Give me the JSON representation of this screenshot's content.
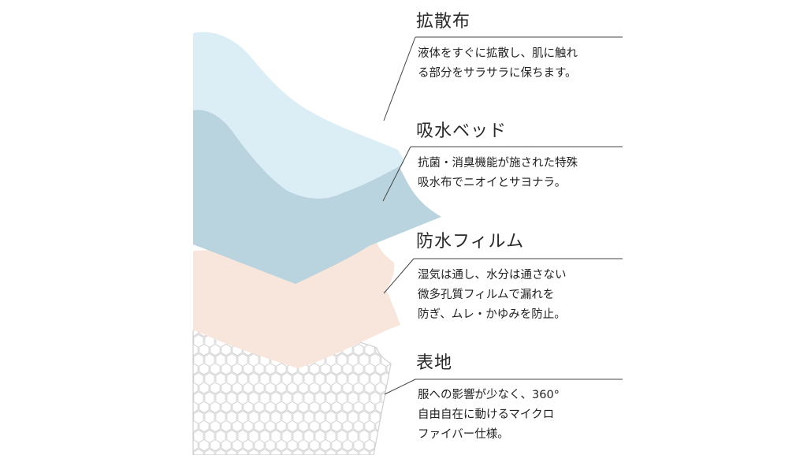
{
  "layers": [
    {
      "title": "拡散布",
      "desc": [
        "液体をすぐに拡散し、肌に触れ",
        "る部分をサラサラに保ちます。"
      ],
      "color": "#dbeef6"
    },
    {
      "title": "吸水ベッド",
      "desc": [
        "抗菌・消臭機能が施された特殊",
        "吸水布でニオイとサヨナラ。"
      ],
      "color": "#b9d4de"
    },
    {
      "title": "防水フィルム",
      "desc": [
        "湿気は通し、水分は通さない",
        "微多孔質フィルムで漏れを",
        "防ぎ、ムレ・かゆみを防止。"
      ],
      "color": "#f8e6dc"
    },
    {
      "title": "表地",
      "desc": [
        "服への影響が少なく、360°",
        "自由自在に動けるマイクロ",
        "ファイバー仕様。"
      ],
      "color": "#ececec"
    }
  ]
}
